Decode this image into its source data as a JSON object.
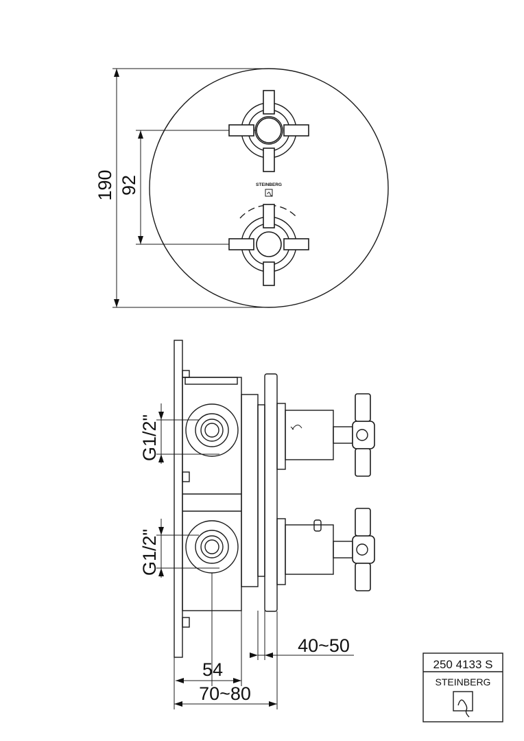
{
  "top_view": {
    "brand": "STEINBERG",
    "dim_overall": "190",
    "dim_spacing": "92"
  },
  "side_view": {
    "thread_upper": "G1/2\"",
    "thread_lower": "G1/2\"",
    "dim_projection": "40~50",
    "dim_54": "54",
    "dim_depth": "70~80"
  },
  "title_block": {
    "code": "250 4133 S",
    "brand": "STEINBERG"
  }
}
